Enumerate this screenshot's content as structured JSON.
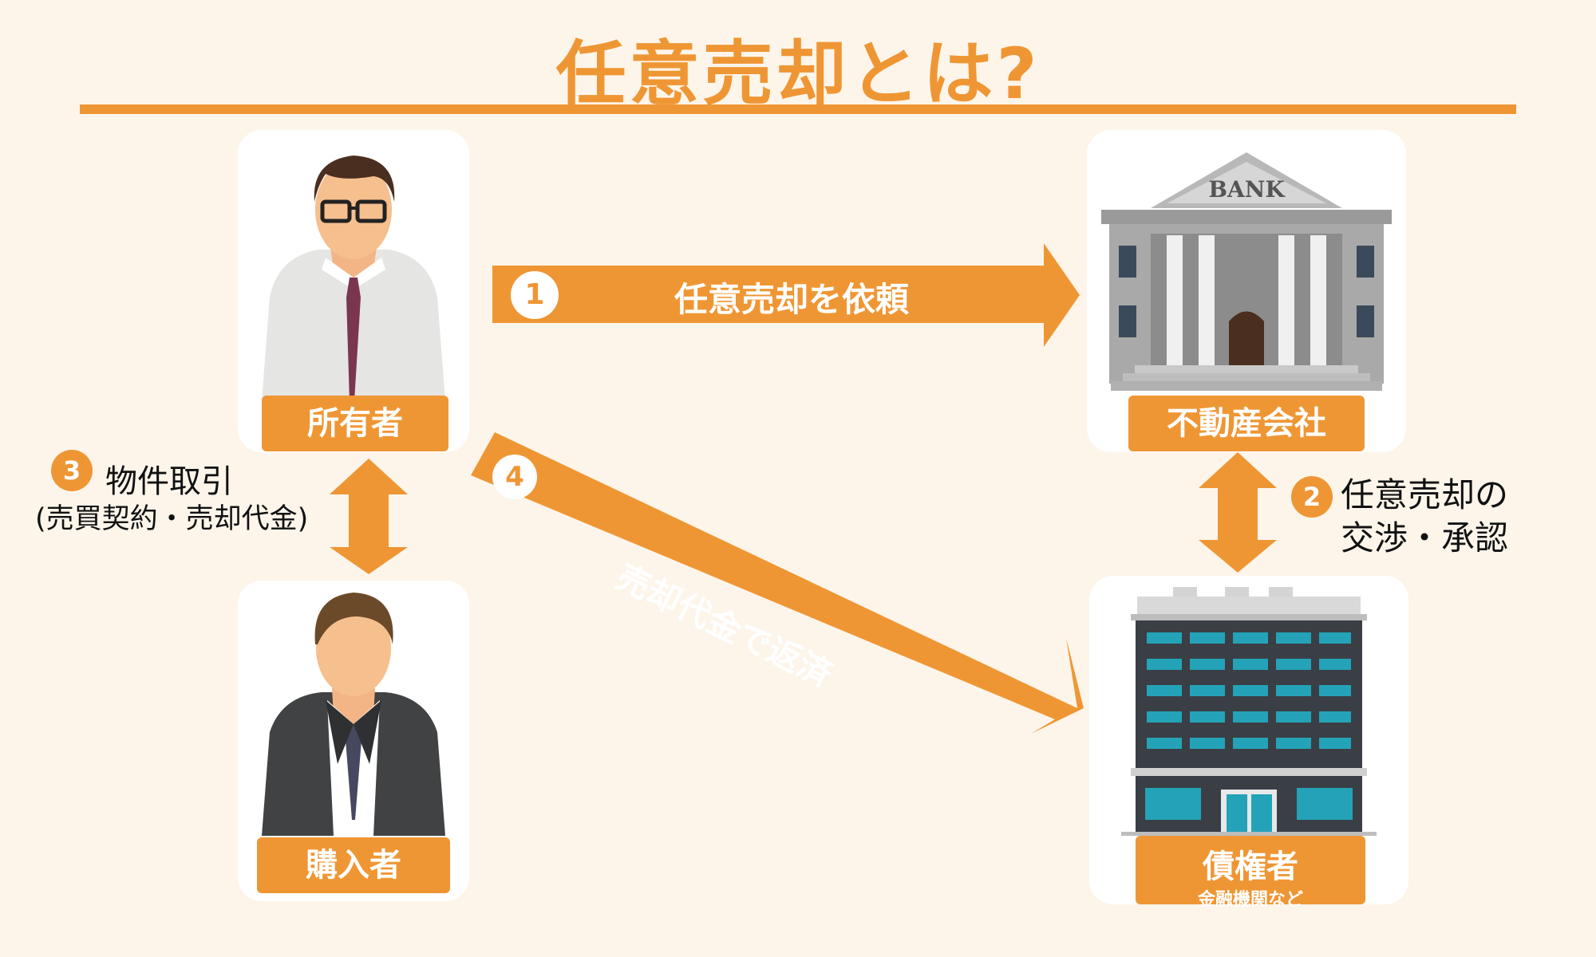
{
  "title": "任意売却とは?",
  "colors": {
    "accent": "#ef9634",
    "background": "#fdf5ea",
    "card": "#ffffff"
  },
  "nodes": {
    "owner": {
      "label": "所有者",
      "icon": "businessman-glasses-icon"
    },
    "realestate": {
      "label": "不動産会社",
      "icon": "bank-building-icon",
      "sign": "BANK"
    },
    "buyer": {
      "label": "購入者",
      "icon": "businessman-suit-icon"
    },
    "creditor": {
      "label": "債権者",
      "sublabel": "金融機関など",
      "icon": "office-building-icon"
    }
  },
  "steps": {
    "step1": {
      "number": "1",
      "text": "任意売却を依頼"
    },
    "step2": {
      "number": "2",
      "line1": "任意売却の",
      "line2": "交渉・承認"
    },
    "step3": {
      "number": "3",
      "line1": "物件取引",
      "line2": "(売買契約・売却代金)"
    },
    "step4": {
      "number": "4",
      "text": "売却代金で返済"
    }
  }
}
